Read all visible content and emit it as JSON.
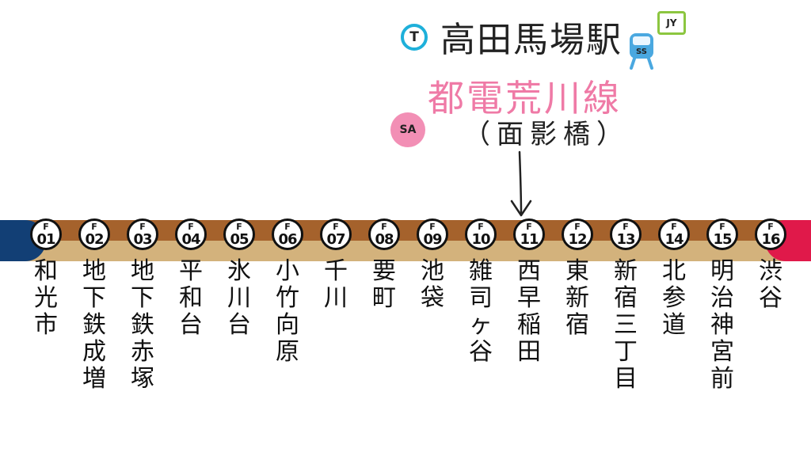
{
  "line": {
    "colors": {
      "brown": "#a5622c",
      "tan": "#d3b27c",
      "navy": "#123f75",
      "red": "#e0194a"
    },
    "stations": [
      {
        "letter": "F",
        "number": "01",
        "name": "和光市"
      },
      {
        "letter": "F",
        "number": "02",
        "name": "地下鉄成増"
      },
      {
        "letter": "F",
        "number": "03",
        "name": "地下鉄赤塚"
      },
      {
        "letter": "F",
        "number": "04",
        "name": "平和台"
      },
      {
        "letter": "F",
        "number": "05",
        "name": "氷川台"
      },
      {
        "letter": "F",
        "number": "06",
        "name": "小竹向原"
      },
      {
        "letter": "F",
        "number": "07",
        "name": "千川"
      },
      {
        "letter": "F",
        "number": "08",
        "name": "要町"
      },
      {
        "letter": "F",
        "number": "09",
        "name": "池袋"
      },
      {
        "letter": "F",
        "number": "10",
        "name": "雑司ヶ谷"
      },
      {
        "letter": "F",
        "number": "11",
        "name": "西早稲田"
      },
      {
        "letter": "F",
        "number": "12",
        "name": "東新宿"
      },
      {
        "letter": "F",
        "number": "13",
        "name": "新宿三丁目"
      },
      {
        "letter": "F",
        "number": "14",
        "name": "北参道"
      },
      {
        "letter": "F",
        "number": "15",
        "name": "明治神宮前"
      },
      {
        "letter": "F",
        "number": "16",
        "name": "渋谷"
      }
    ]
  },
  "transfer": {
    "t_badge": "T",
    "station_name": "高田馬場駅",
    "jy_badge": "JY",
    "ss_badge": "SS",
    "arakawa_line": "都電荒川線",
    "sa_badge": "SA",
    "omokage": "（面影橋）",
    "colors": {
      "t_ring": "#1eb0da",
      "jy_ring": "#8cc640",
      "ss_train": "#4aa8e0",
      "arakawa": "#ef7aa6",
      "sa_fill": "#f28fb5"
    }
  }
}
